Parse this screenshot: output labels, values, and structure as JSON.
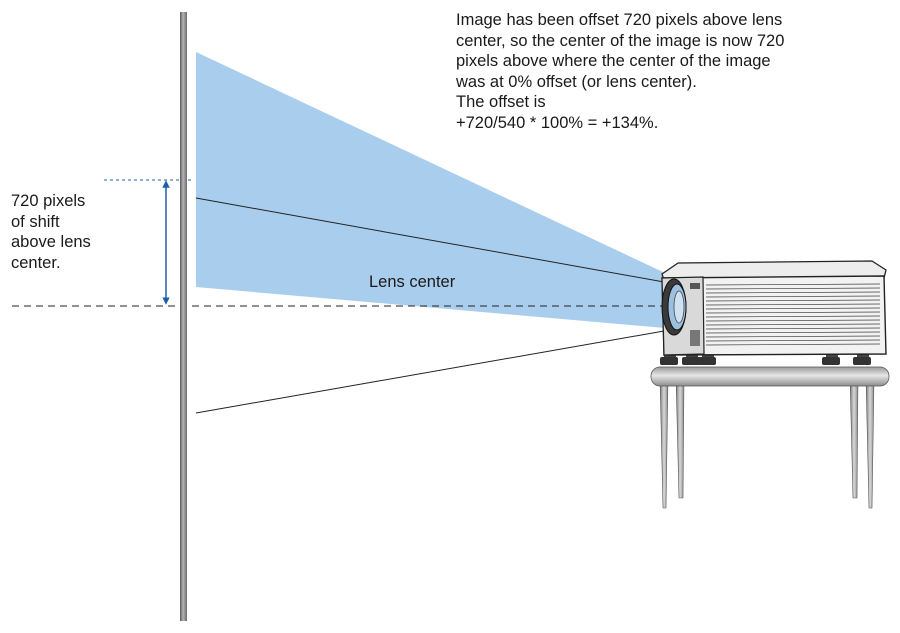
{
  "explanation": {
    "lines": [
      "Image has been offset 720 pixels above lens",
      "center, so the center of the image is now 720",
      "pixels above where the center of the image",
      "was at 0% offset (or lens center).",
      "The offset is",
      "+720/540 * 100% = +134%."
    ]
  },
  "shift_label": {
    "lines": [
      "720 pixels",
      "of shift",
      "above lens",
      "center."
    ]
  },
  "lens_center_label": "Lens center",
  "colors": {
    "beam": "#a9cdec",
    "arrow": "#1f5fa8",
    "screen": "#808080",
    "projector_body": "#f2f2f2",
    "table": "#b8b8b8"
  }
}
